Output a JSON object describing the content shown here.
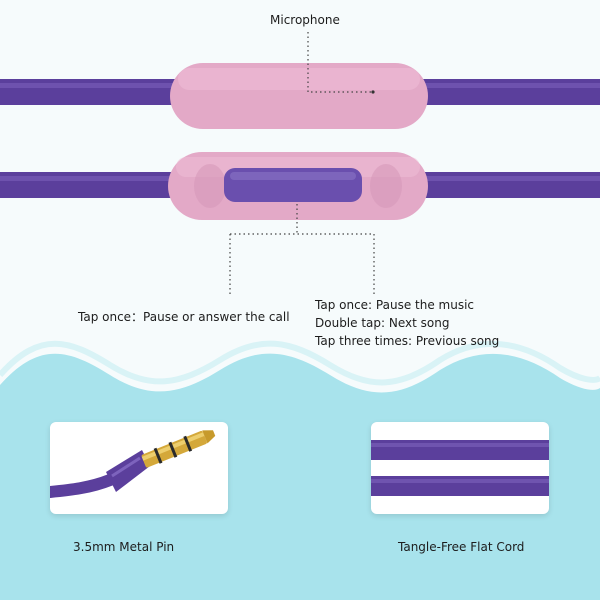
{
  "colors": {
    "cord": "#5b3f9c",
    "cord_highlight": "#7d63bd",
    "remote_body": "#e3a9c7",
    "remote_button": "#6a4fae",
    "wave": "#a8e3ec",
    "background": "#f6fbfc",
    "pin_gold": "#d4a83a"
  },
  "labels": {
    "microphone": "Microphone",
    "tap_once_call": "Tap once：Pause or answer the call",
    "music_controls": [
      "Tap once: Pause the music",
      "Double tap: Next song",
      "Tap three times: Previous song"
    ],
    "metal_pin": "3.5mm Metal Pin",
    "flat_cord": "Tangle-Free Flat Cord"
  },
  "icons": {
    "remote_button": "volume-rocker-icon",
    "jack": "audio-jack-icon"
  }
}
